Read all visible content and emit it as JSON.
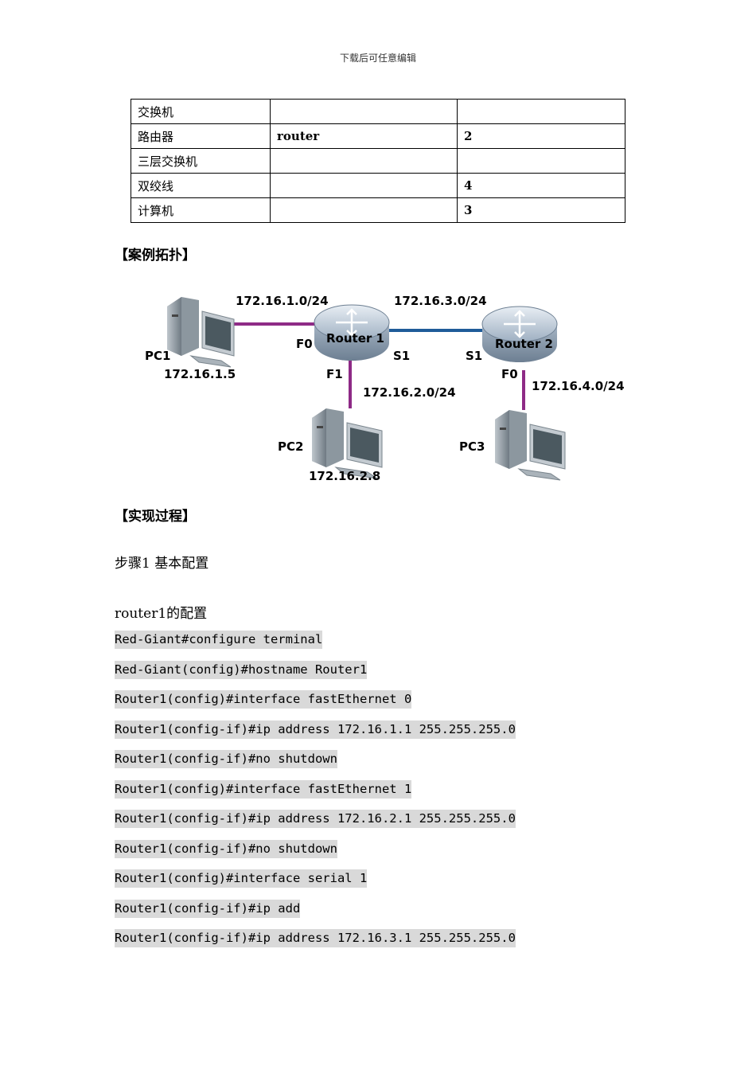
{
  "header_note": "下载后可任意编辑",
  "equipment_table": {
    "rows": [
      [
        "交换机",
        "",
        ""
      ],
      [
        "路由器",
        "router",
        "2"
      ],
      [
        "三层交换机",
        "",
        ""
      ],
      [
        "双绞线",
        "",
        "4"
      ],
      [
        "计算机",
        "",
        "3"
      ]
    ]
  },
  "sections": {
    "topology_heading": "【案例拓扑】",
    "process_heading": "【实现过程】",
    "step1_title": "步骤1 基本配置",
    "router1_title": "router1的配置"
  },
  "topology": {
    "net_pc1": "172.16.1.0/24",
    "net_serial": "172.16.3.0/24",
    "net_pc2": "172.16.2.0/24",
    "net_pc3": "172.16.4.0/24",
    "pc1_name": "PC1",
    "pc1_ip": "172.16.1.5",
    "pc2_name": "PC2",
    "pc2_ip": "172.16.2.8",
    "pc3_name": "PC3",
    "router1_name": "Router 1",
    "router2_name": "Router 2",
    "r1_f0": "F0",
    "r1_f1": "F1",
    "r1_s1": "S1",
    "r2_s1": "S1",
    "r2_f0": "F0",
    "colors": {
      "ethernet_link": "#8e2a86",
      "serial_link": "#1f5c99"
    }
  },
  "commands": [
    "Red-Giant#configure terminal",
    "Red-Giant(config)#hostname Router1",
    "Router1(config)#interface fastEthernet 0",
    "Router1(config-if)#ip address 172.16.1.1 255.255.255.0",
    "Router1(config-if)#no shutdown",
    "Router1(config)#interface fastEthernet 1",
    "Router1(config-if)#ip address 172.16.2.1 255.255.255.0",
    "Router1(config-if)#no shutdown",
    "Router1(config)#interface serial 1",
    "Router1(config-if)#ip add",
    "Router1(config-if)#ip address 172.16.3.1 255.255.255.0"
  ]
}
